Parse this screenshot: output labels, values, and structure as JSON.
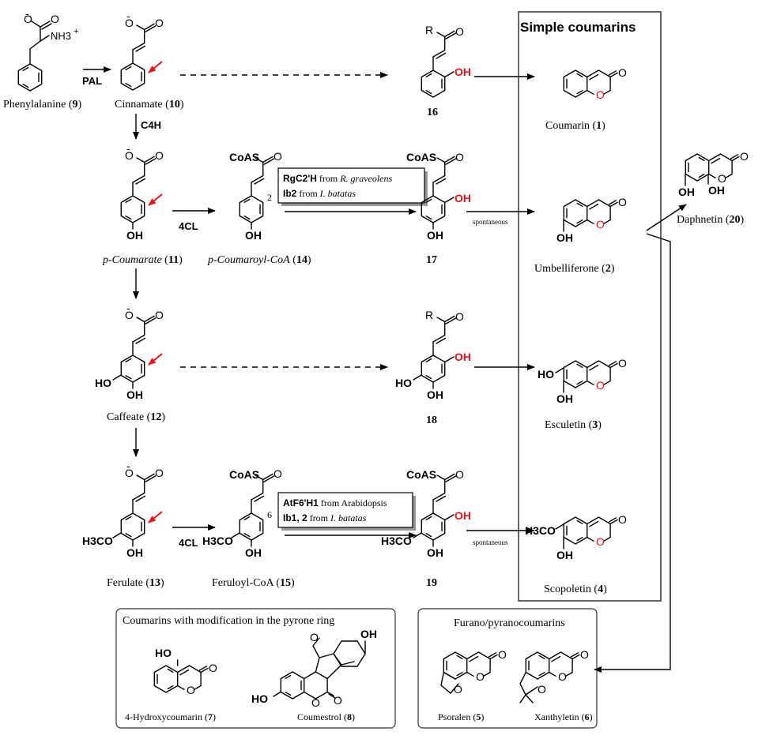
{
  "simple_box": {
    "title": "Simple coumarins"
  },
  "compounds": {
    "phe": {
      "name": "Phenylalanine",
      "num": "9"
    },
    "cin": {
      "name": "Cinnamate",
      "num": "10"
    },
    "pcou": {
      "name": "p-Coumarate",
      "num": "11"
    },
    "caf": {
      "name": "Caffeate",
      "num": "12"
    },
    "fer": {
      "name": "Ferulate",
      "num": "13"
    },
    "pcoa": {
      "name": "p-Coumaroyl-CoA",
      "num": "14"
    },
    "fcoa": {
      "name": "Feruloyl-CoA",
      "num": "15"
    },
    "c16": {
      "num": "16"
    },
    "c17": {
      "num": "17"
    },
    "c18": {
      "num": "18"
    },
    "c19": {
      "num": "19"
    },
    "coumarin": {
      "name": "Coumarin",
      "num": "1"
    },
    "umb": {
      "name": "Umbelliferone",
      "num": "2"
    },
    "esc": {
      "name": "Esculetin",
      "num": "3"
    },
    "sco": {
      "name": "Scopoletin",
      "num": "4"
    },
    "dap": {
      "name": "Daphnetin",
      "num": "20"
    },
    "pso": {
      "name": "Psoralen",
      "num": "5"
    },
    "xan": {
      "name": "Xanthyletin",
      "num": "6"
    },
    "hyd": {
      "name": "4-Hydroxycoumarin",
      "num": "7"
    },
    "coum": {
      "name": "Coumestrol",
      "num": "8"
    }
  },
  "enzymes": {
    "pal": "PAL",
    "c4h": "C4H",
    "cl4_a": "4CL",
    "cl4_b": "4CL",
    "box1_line1_bold": "RgC2'H",
    "box1_line1_from": " from ",
    "box1_line1_src": "R. graveolens",
    "box1_line2_bold": "Ib2",
    "box1_line2_from": " from ",
    "box1_line2_src": "I. batatas",
    "box2_line1_bold": "AtF6'H1",
    "box2_line1_from": " from Arabidopsis",
    "box2_line2_bold": "Ib1, 2",
    "box2_line2_from": " from ",
    "box2_line2_src": "I. batatas"
  },
  "labels": {
    "spontaneous_a": "spontaneous",
    "spontaneous_b": "spontaneous",
    "pos_2": "2",
    "pos_6": "6"
  },
  "groups": {
    "pyrone_title": "Coumarins with modification in the pyrone ring",
    "furano_title": "Furano/pyranocoumarins"
  },
  "atoms": {
    "O": "O",
    "OH": "OH",
    "R": "R",
    "CoAS": "CoAS",
    "HO": "HO",
    "H3CO": "H3CO",
    "NH3": "NH3",
    "minus": "-",
    "plus": "+"
  },
  "colors": {
    "highlight": "#e8141b",
    "shadow": "#9a9a9a"
  }
}
